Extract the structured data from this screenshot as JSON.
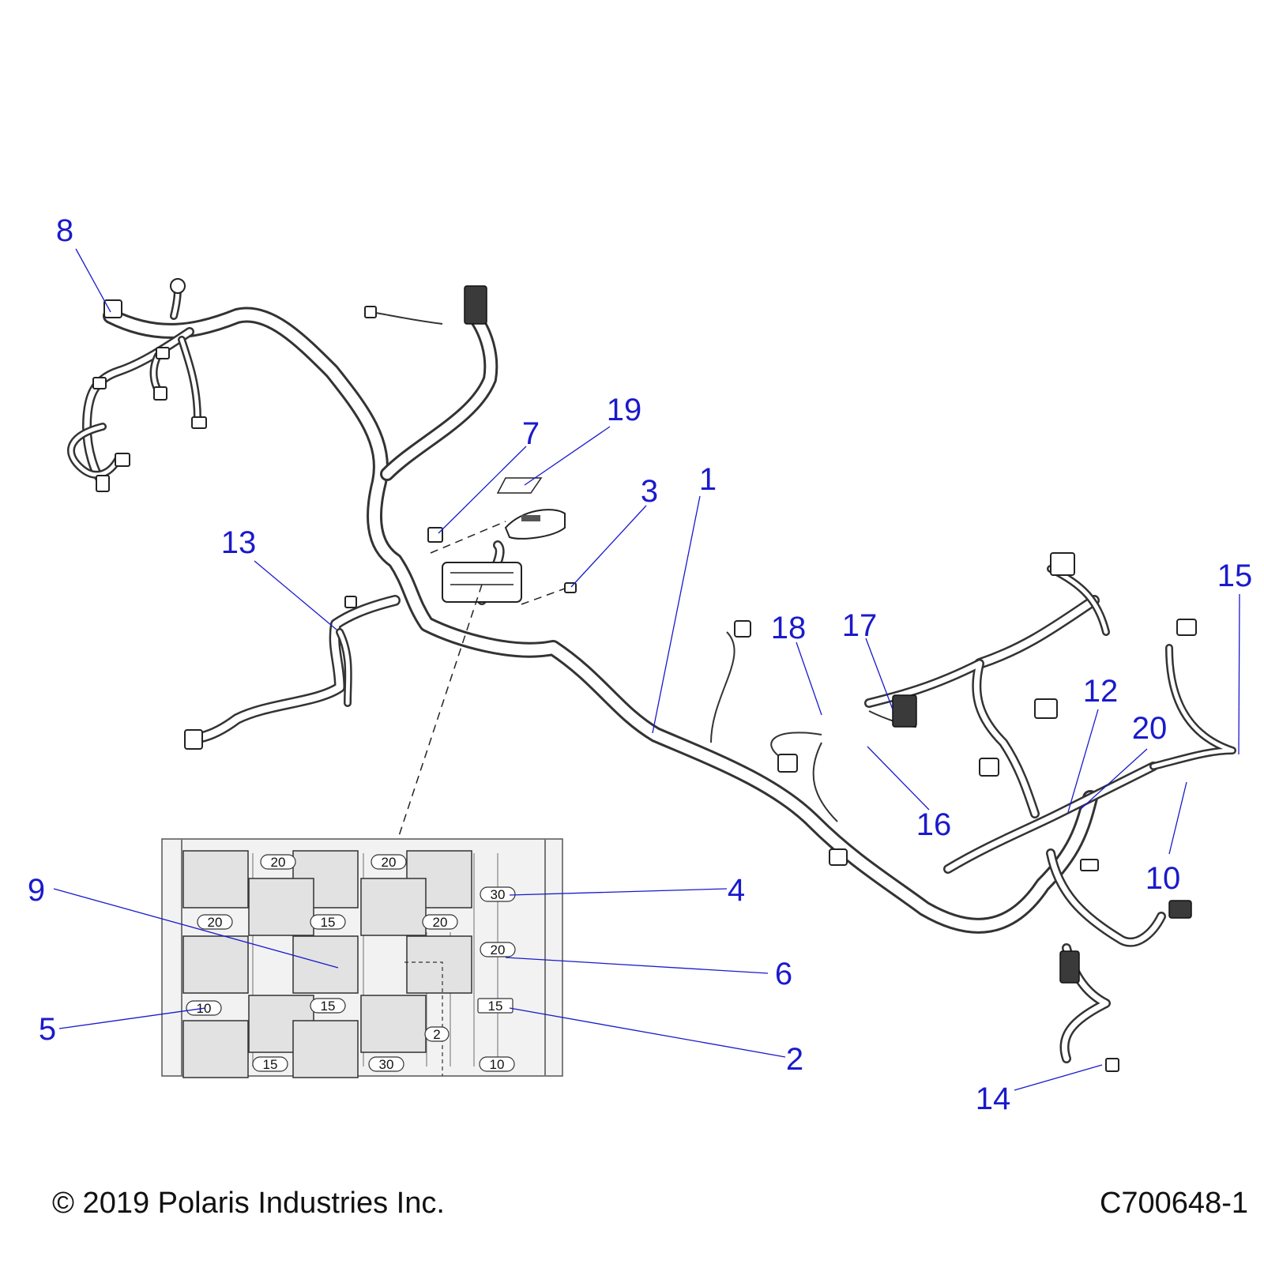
{
  "callouts": [
    "1",
    "2",
    "3",
    "4",
    "5",
    "6",
    "7",
    "8",
    "9",
    "10",
    "12",
    "13",
    "14",
    "15",
    "16",
    "17",
    "18",
    "19",
    "20"
  ],
  "fuse_box": {
    "fuse_ratings": [
      "20",
      "20",
      "30",
      "20",
      "15",
      "20",
      "20",
      "10",
      "15",
      "15",
      "30",
      "10",
      "2",
      "15"
    ]
  },
  "footer": {
    "copyright": "© 2019 Polaris Industries Inc.",
    "drawing_id": "C700648-1"
  },
  "colors": {
    "callout": "#1a1acc",
    "line": "#333333",
    "relay_fill": "#e2e2e2"
  }
}
